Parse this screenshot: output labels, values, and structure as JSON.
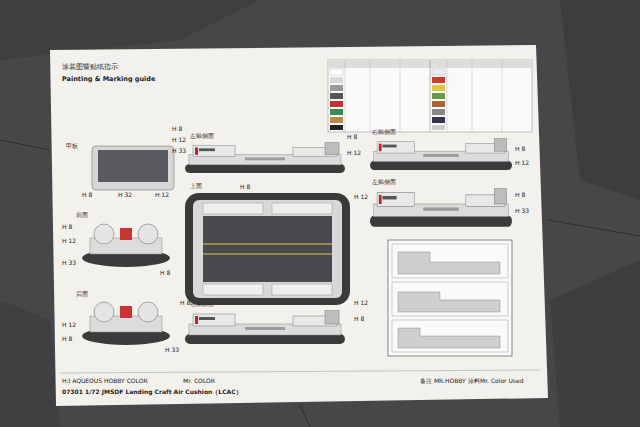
{
  "diagram": {
    "title": "涂装图暨贴纸指示",
    "caption": "07301 1/72 JMSDF Landing Craft Air Cushion（LCAC）",
    "nodes": [
      {
        "text": [
          "甲板"
        ]
      },
      {
        "text": [
          "左舷侧面"
        ]
      },
      {
        "text": [
          "上面"
        ]
      },
      {
        "text": [
          "前面"
        ]
      },
      {
        "text": [
          "后面"
        ]
      },
      {
        "text": [
          "右舷侧面"
        ]
      },
      {
        "text": [
          "右舷侧面"
        ]
      },
      {
        "text": [
          "左舷侧面"
        ]
      }
    ],
    "labels": [
      "Painting & Marking guide",
      "H:Ⅰ AQUEOUS HOBBY COLOR",
      "Mr. COLOR",
      "备注 MR.HOBBY 涂料",
      "Mr. Color Used",
      "H 8",
      "H 12",
      "H 33",
      "H 8",
      "H 12",
      "H 8",
      "H 32",
      "H 12",
      "H 8",
      "H 12",
      "H 33",
      "H 8",
      "H 12",
      "H 8",
      "H 33",
      "H 8",
      "H 12",
      "H 8",
      "H 12",
      "H 8",
      "H 33",
      "H 12",
      "H 8",
      "H 8"
    ]
  }
}
